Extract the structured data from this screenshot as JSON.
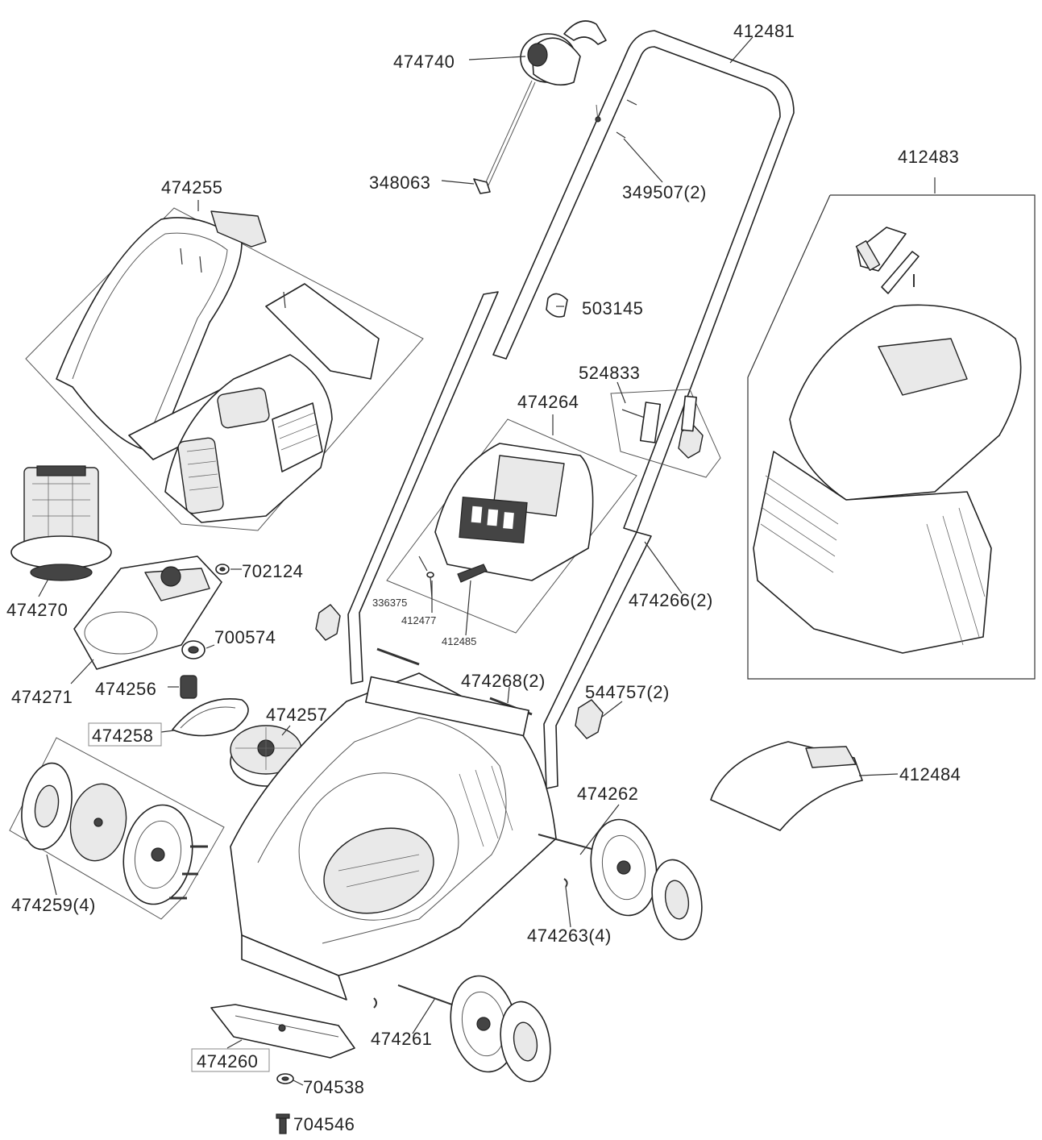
{
  "labels": {
    "p412481": "412481",
    "p474740": "474740",
    "p348063": "348063",
    "p349507": "349507(2)",
    "p412483": "412483",
    "p474255": "474255",
    "p503145": "503145",
    "p524833": "524833",
    "p474264": "474264",
    "p702124": "702124",
    "p474270": "474270",
    "p700574": "700574",
    "p336375": "336375",
    "p412477": "412477",
    "p412485": "412485",
    "p474266": "474266(2)",
    "p474271": "474271",
    "p474256": "474256",
    "p474268": "474268(2)",
    "p544757": "544757(2)",
    "p474258": "474258",
    "p474257": "474257",
    "p474262": "474262",
    "p412484": "412484",
    "p474259": "474259(4)",
    "p474263": "474263(4)",
    "p474261": "474261",
    "p474260": "474260",
    "p704538": "704538",
    "p704546": "704546"
  }
}
